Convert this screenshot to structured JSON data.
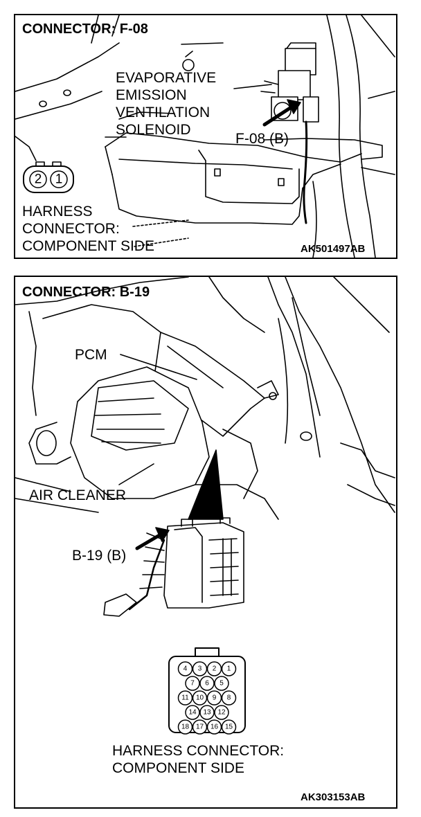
{
  "top_panel": {
    "title": "CONNECTOR: F-08",
    "component_lines": [
      "EVAPORATIVE",
      "EMISSION",
      "VENTILATION",
      "SOLENOID"
    ],
    "connector_ref": "F-08 (B)",
    "harness_lines": [
      "HARNESS",
      "CONNECTOR:",
      "COMPONENT SIDE"
    ],
    "pins": [
      "2",
      "1"
    ],
    "code": "AK501497AB"
  },
  "bottom_panel": {
    "title": "CONNECTOR: B-19",
    "pcm_label": "PCM",
    "air_cleaner_label": "AIR CLEANER",
    "connector_ref": "B-19 (B)",
    "harness_lines": [
      "HARNESS CONNECTOR:",
      "COMPONENT SIDE"
    ],
    "pin_rows": [
      [
        "4",
        "3",
        "2",
        "1"
      ],
      [
        "7",
        "6",
        "5"
      ],
      [
        "11",
        "10",
        "9",
        "8"
      ],
      [
        "14",
        "13",
        "12"
      ],
      [
        "18",
        "17",
        "16",
        "15"
      ]
    ],
    "code": "AK303153AB"
  }
}
